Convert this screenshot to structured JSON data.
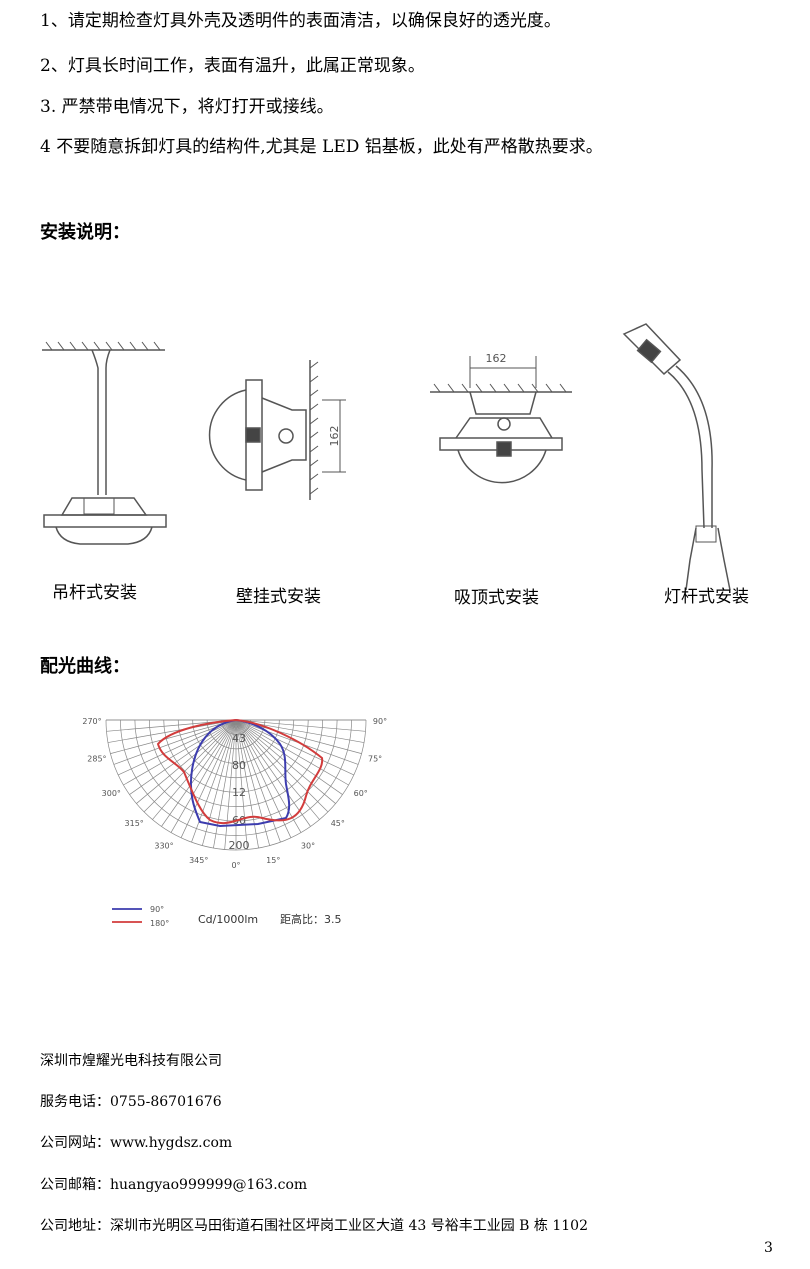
{
  "notes": [
    "1、请定期检查灯具外壳及透明件的表面清洁，以确保良好的透光度。",
    "2、灯具长时间工作，表面有温升，此属正常现象。",
    "3.  严禁带电情况下，将灯打开或接线。",
    "4 不要随意拆卸灯具的结构件,尤其是 LED 铝基板，此处有严格散热要求。"
  ],
  "install": {
    "heading": "安装说明：",
    "captions": [
      "吊杆式安装",
      "壁挂式安装",
      "吸顶式安装",
      "灯杆式安装"
    ],
    "dim_wall": "162",
    "dim_ceiling": "162"
  },
  "curve": {
    "heading": "配光曲线：",
    "angles": [
      "270°",
      "285°",
      "300°",
      "315°",
      "330°",
      "345°",
      "0°",
      "15°",
      "30°",
      "45°",
      "60°",
      "75°",
      "90°"
    ],
    "rings": [
      "43",
      "80",
      "12",
      "60",
      "200"
    ],
    "legend": [
      {
        "label": "90°",
        "color": "#3c3cae"
      },
      {
        "label": "180°",
        "color": "#d23c3c"
      }
    ],
    "units": "Cd/1000lm",
    "ratio": "距高比：3.5"
  },
  "footer": {
    "company": "深圳市煌耀光电科技有限公司",
    "phone": "服务电话：0755-86701676",
    "website": "公司网站：www.hygdsz.com",
    "email": "公司邮箱：huangyao999999@163.com",
    "address": "公司地址：深圳市光明区马田街道石围社区坪岗工业区大道 43 号裕丰工业园 B 栋 1102"
  },
  "page_number": "3"
}
